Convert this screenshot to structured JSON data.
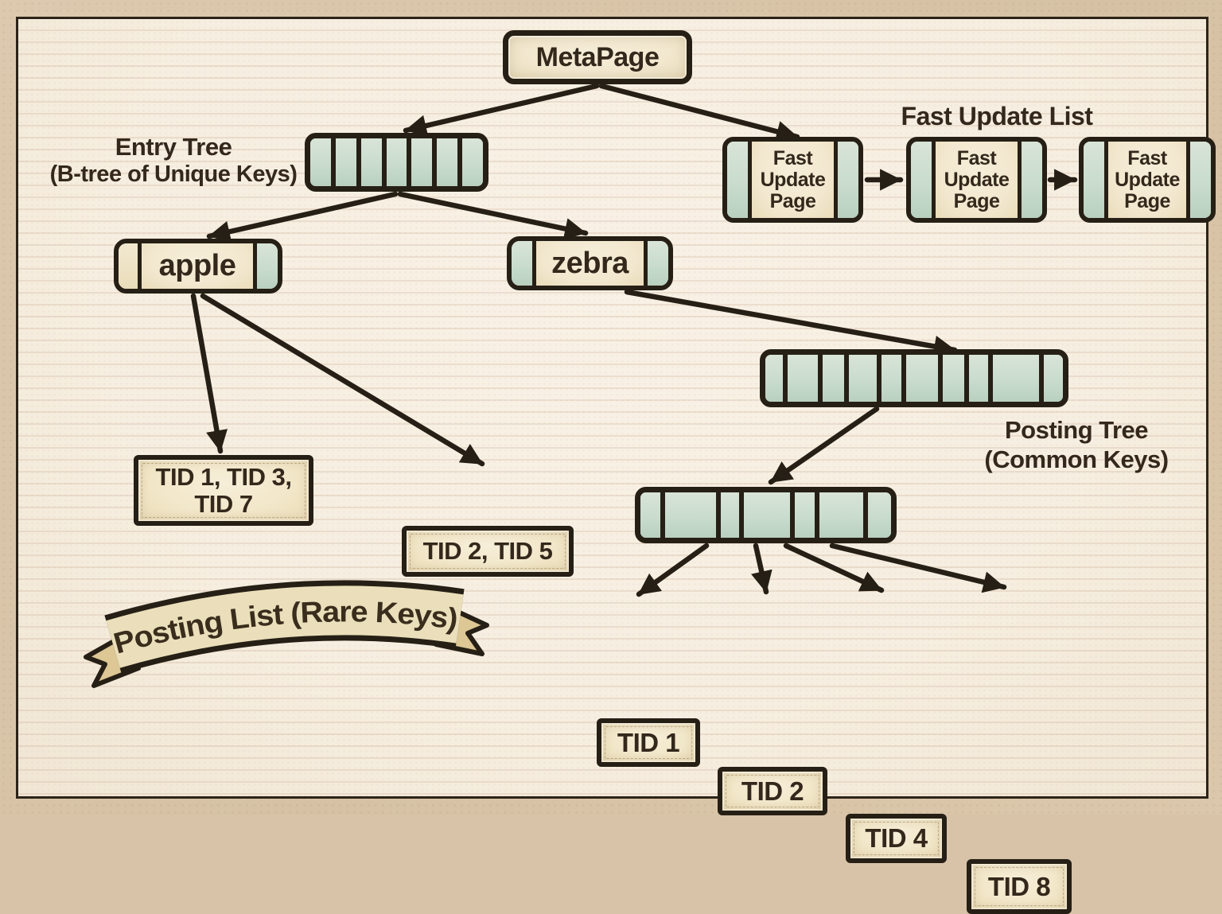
{
  "metapage": {
    "label": "MetaPage"
  },
  "entry_tree": {
    "label_line1": "Entry Tree",
    "label_line2": "(B-tree of Unique Keys)",
    "root_segments": [
      1,
      1,
      1,
      1,
      1,
      1,
      1
    ]
  },
  "fast_update": {
    "title": "Fast Update List",
    "pages": [
      {
        "label": "Fast Update Page"
      },
      {
        "label": "Fast Update Page"
      },
      {
        "label": "Fast Update Page"
      }
    ]
  },
  "entries": {
    "apple": {
      "label": "apple"
    },
    "zebra": {
      "label": "zebra"
    }
  },
  "posting_list": {
    "banner_label": "Posting List (Rare Keys)",
    "tid_group_a": {
      "line1": "TID 1, TID 3,",
      "line2": "TID 7"
    },
    "tid_group_b": {
      "label": "TID 2, TID 5"
    }
  },
  "posting_tree": {
    "label_line1": "Posting Tree",
    "label_line2": "(Common Keys)",
    "root_segments": [
      25,
      43,
      30,
      40,
      28,
      45,
      30,
      28,
      65,
      27
    ],
    "leaf_segments": [
      30,
      75,
      27,
      68,
      30,
      65,
      34
    ],
    "tids": [
      "TID 1",
      "TID 2",
      "TID 4",
      "TID 8"
    ]
  },
  "colors": {
    "ink": "#261f15",
    "paper": "#f6eee0",
    "frame_band": "#d8c3a8",
    "box_cream": "#f2e8cf",
    "teal": "#cadccd",
    "text": "#33281b",
    "banner_fill": "#eadfba"
  }
}
